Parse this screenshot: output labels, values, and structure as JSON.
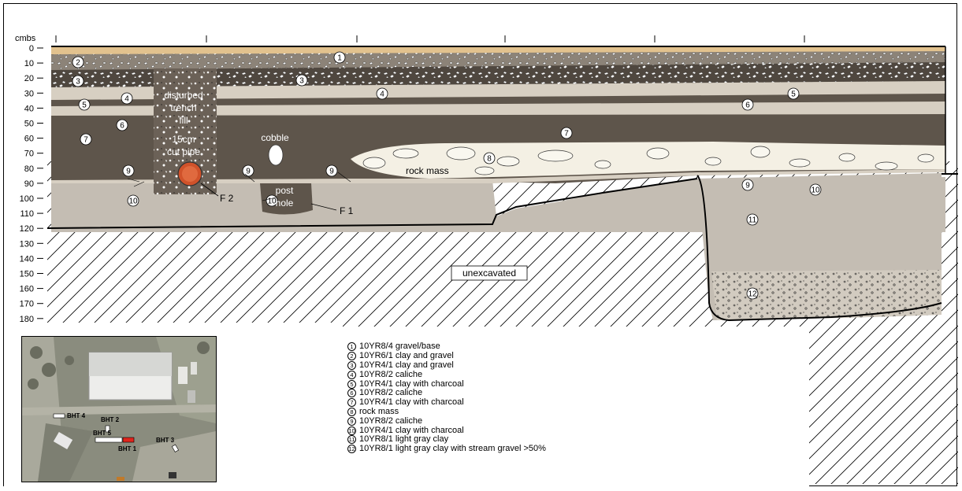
{
  "axis": {
    "unit": "cmbs",
    "ticks": [
      "0",
      "10",
      "20",
      "30",
      "40",
      "50",
      "60",
      "70",
      "80",
      "90",
      "100",
      "110",
      "120",
      "130",
      "140",
      "150",
      "160",
      "170",
      "180"
    ]
  },
  "layers": [
    {
      "num": "1",
      "description": "10YR8/4 gravel/base"
    },
    {
      "num": "2",
      "description": "10YR6/1 clay and gravel"
    },
    {
      "num": "3",
      "description": "10YR4/1 clay and gravel"
    },
    {
      "num": "4",
      "description": "10YR8/2 caliche"
    },
    {
      "num": "5",
      "description": "10YR4/1 clay with charcoal"
    },
    {
      "num": "6",
      "description": "10YR8/2 caliche"
    },
    {
      "num": "7",
      "description": "10YR4/1 clay with charcoal"
    },
    {
      "num": "8",
      "description": "rock mass"
    },
    {
      "num": "9",
      "description": "10YR8/2 caliche"
    },
    {
      "num": "10",
      "description": "10YR4/1 clay with charcoal"
    },
    {
      "num": "11",
      "description": "10YR8/1 light gray clay"
    },
    {
      "num": "12",
      "description": "10YR8/1 light gray clay with stream gravel >50%"
    }
  ],
  "annotations": {
    "trench_fill": [
      "disturbed",
      "trench",
      "fill"
    ],
    "cut_pipe": [
      "15cm",
      "cut pipe"
    ],
    "cobble": "cobble",
    "rock_mass": "rock mass",
    "post_hole": [
      "post",
      "hole"
    ],
    "feature_1": "F 1",
    "feature_2": "F 2",
    "unexcavated": "unexcavated"
  },
  "inset_map": {
    "labels": [
      "BHT 1",
      "BHT 2",
      "BHT 3",
      "BHT 4",
      "BHT 5"
    ],
    "highlight_color": "#e0241c"
  },
  "colors": {
    "gravel_base": "#e2c28e",
    "clay_gravel_light": "#8c8378",
    "clay_gravel_dark": "#4f473f",
    "caliche": "#d7cfc2",
    "dark_clay": "#5e554b",
    "rock_mass": "#f4f0e4",
    "light_gray_clay": "#c4bdb3",
    "pipe": "#d0522a"
  }
}
